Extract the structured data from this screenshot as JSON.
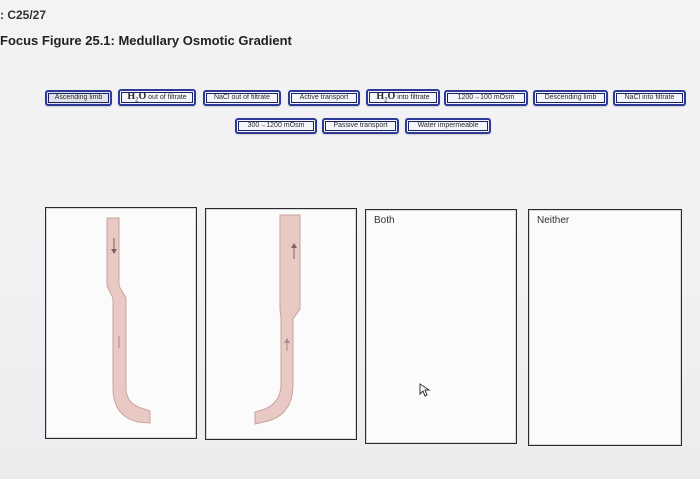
{
  "header": {
    "code": ": C25/27",
    "title": "Focus Figure 25.1: Medullary Osmotic Gradient"
  },
  "chips": {
    "ascending_limb": "Ascending limb",
    "h2o_out": {
      "prefix": "H",
      "sub": "2",
      "o": "O",
      "rest": " out of filtrate"
    },
    "nacl_out": "NaCl out of filtrate",
    "active_transport": "Active transport",
    "h2o_into": {
      "prefix": "H",
      "sub": "2",
      "o": "O",
      "rest": " into filtrate"
    },
    "range_1200_100": "1200→100 mOsm",
    "descending_limb": "Descending limb",
    "nacl_into": "NaCl into filtrate",
    "range_300_1200": "300→1200 mOsm",
    "passive_transport": "Passive transport",
    "water_impermeable": "Water impermeable"
  },
  "zones": {
    "both_label": "Both",
    "neither_label": "Neither"
  },
  "colors": {
    "chip_border": "#2c3a9a",
    "tube_fill": "#e8c9c4",
    "tube_stroke": "#c9a39d"
  },
  "icons": {
    "tube1": "descending-tubule-icon",
    "tube2": "ascending-tubule-icon",
    "cursor": "mouse-pointer-icon"
  }
}
